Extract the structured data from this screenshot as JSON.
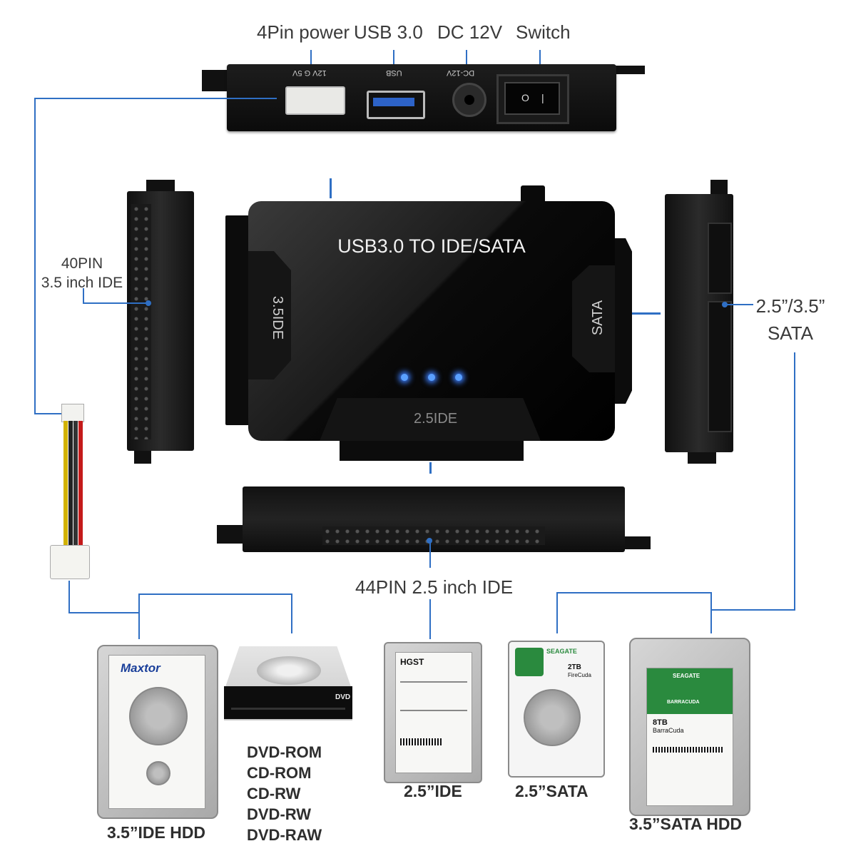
{
  "top_labels": {
    "power": "4Pin power",
    "usb": "USB 3.0",
    "dc": "DC 12V",
    "switch": "Switch"
  },
  "port_bar_markings": {
    "power": "12V G 5V",
    "usb": "USB",
    "dc": "DC-12V"
  },
  "device": {
    "title": "USB3.0 TO IDE/SATA",
    "left_port": "3.5IDE",
    "right_port": "SATA",
    "bottom_port": "2.5IDE",
    "led_color": "#5aa0ff"
  },
  "connector_labels": {
    "ide40": [
      "40PIN",
      "3.5 inch IDE"
    ],
    "sata": [
      "2.5”/3.5”",
      "SATA"
    ],
    "ide44": "44PIN 2.5 inch IDE"
  },
  "devices": {
    "ide35_hdd": "3.5”IDE HDD",
    "optical_list": [
      "DVD-ROM",
      "CD-ROM",
      "CD-RW",
      "DVD-RW",
      "DVD-RAW"
    ],
    "ide25": "2.5”IDE",
    "sata25": "2.5”SATA",
    "sata35_hdd": "3.5”SATA HDD"
  },
  "drive_branding": {
    "maxtor": "Maxtor",
    "hgst": "HGST",
    "seagate": "SEAGATE",
    "firecuda_capacity": "2TB",
    "firecuda_name": "FireCuda",
    "barracuda_line": "BARRACUDA",
    "barracuda_capacity": "8TB",
    "barracuda_name": "BarraCuda",
    "dvd_logo": "DVD"
  },
  "colors": {
    "accent_line": "#2f6fc4",
    "device_body": "#111111"
  }
}
